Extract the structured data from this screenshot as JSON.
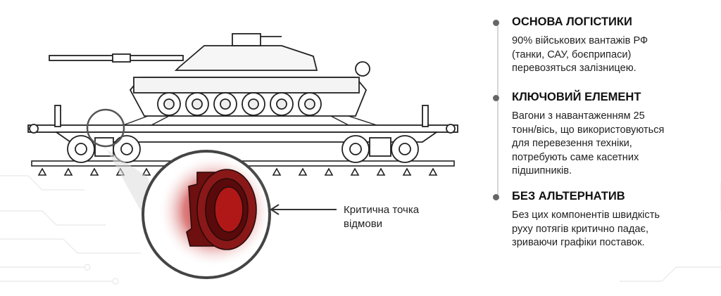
{
  "callout": {
    "lines": [
      "Критична точка",
      "відмови"
    ]
  },
  "points": [
    {
      "title": "ОСНОВА ЛОГІСТИКИ",
      "lines": [
        "90% військових вантажів РФ",
        "(танки, САУ, боєприпаси)",
        "перевозяться залізницею."
      ]
    },
    {
      "title": "КЛЮЧОВИЙ ЕЛЕМЕНТ",
      "lines": [
        "Вагони з навантаженням 25",
        "тонн/вісь, що використовуються",
        "для перевезення техніки,",
        "потребують саме касетних",
        "підшипників."
      ]
    },
    {
      "title": "БЕЗ АЛЬТЕРНАТИВ",
      "lines": [
        "Без цих компонентів швидкість",
        "руху потягів критично падає,",
        "зриваючи графіки поставок."
      ]
    }
  ],
  "colors": {
    "accent": "#a01010",
    "line": "#222222",
    "bullet": "#666666"
  }
}
